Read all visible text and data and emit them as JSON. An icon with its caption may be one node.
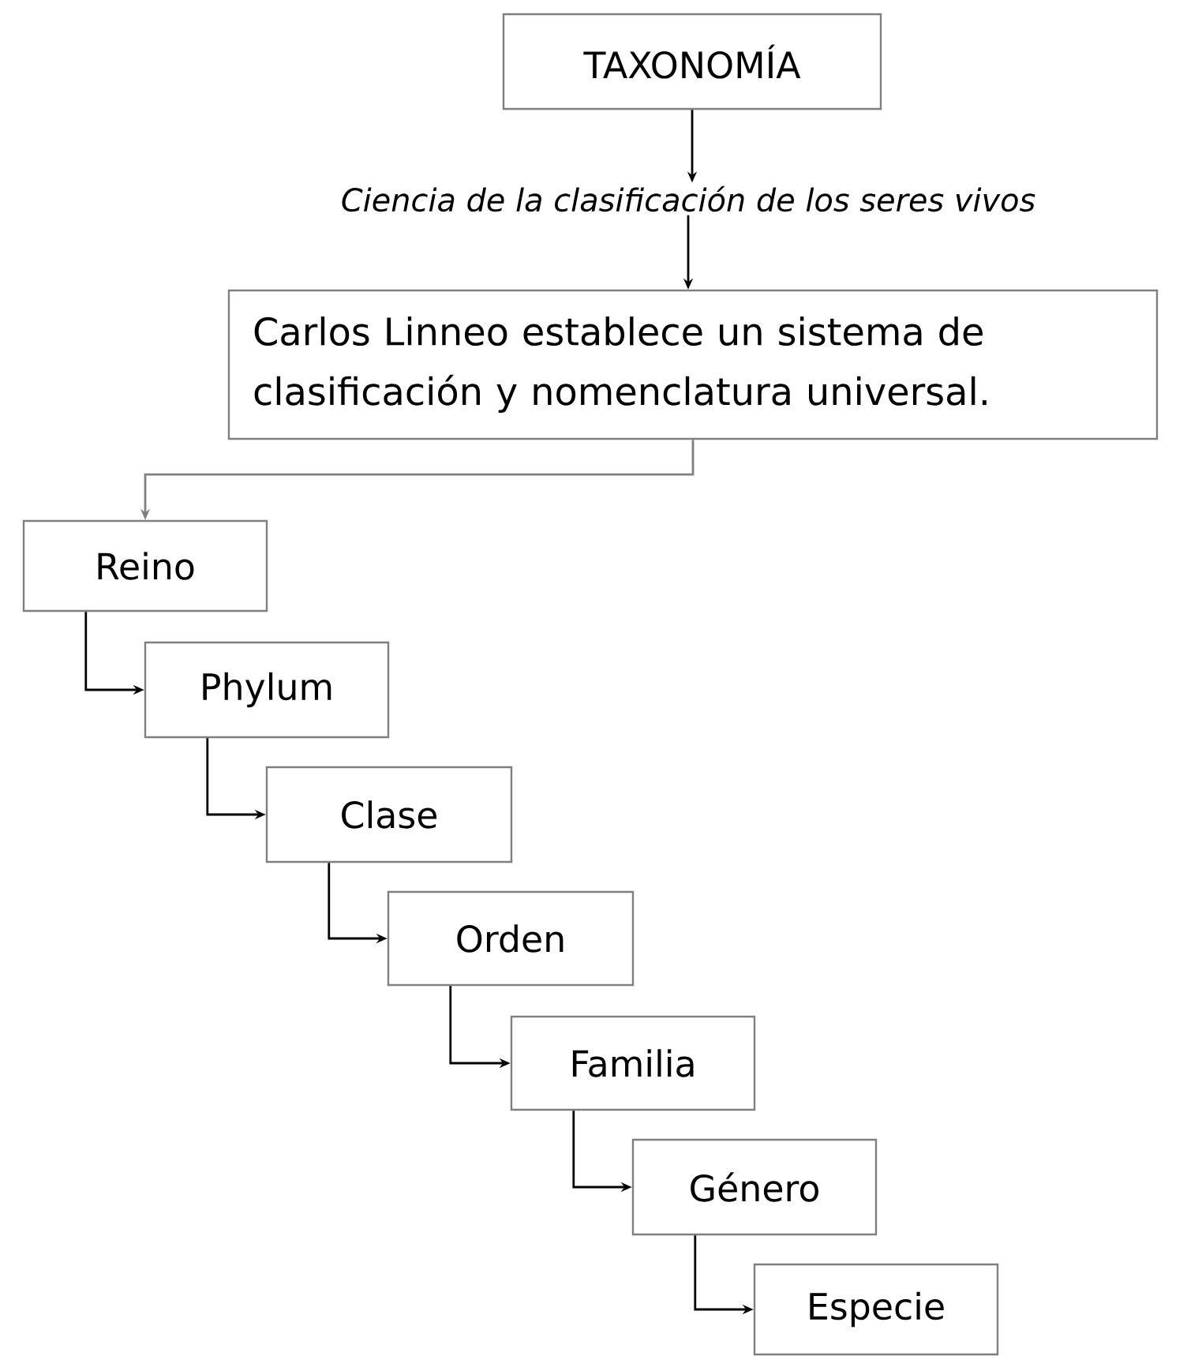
{
  "diagram": {
    "nodes": [
      {
        "text": [
          "TAXONOMÍA"
        ]
      },
      {
        "text": [
          "Ciencia de la clasificación de los seres vivos"
        ]
      },
      {
        "text": [
          "Carlos Linneo establece un sistema de clasificación y nomenclatura universal."
        ]
      },
      {
        "text": [
          "Reino"
        ]
      },
      {
        "text": [
          "Phylum"
        ]
      },
      {
        "text": [
          "Clase"
        ]
      },
      {
        "text": [
          "Orden"
        ]
      },
      {
        "text": [
          "Familia"
        ]
      },
      {
        "text": [
          "Género"
        ]
      },
      {
        "text": [
          "Especie"
        ]
      }
    ],
    "edges": [
      {
        "from": 0,
        "to": 1,
        "arrow": "to"
      },
      {
        "from": 1,
        "to": 2,
        "arrow": "to"
      },
      {
        "from": 2,
        "to": 3,
        "arrow": "to",
        "color": "#7f7f7f"
      },
      {
        "from": 3,
        "to": 4,
        "arrow": "to"
      },
      {
        "from": 4,
        "to": 5,
        "arrow": "to"
      },
      {
        "from": 5,
        "to": 6,
        "arrow": "to"
      },
      {
        "from": 6,
        "to": 7,
        "arrow": "to"
      },
      {
        "from": 7,
        "to": 8,
        "arrow": "to"
      },
      {
        "from": 8,
        "to": 9,
        "arrow": "to"
      }
    ]
  }
}
